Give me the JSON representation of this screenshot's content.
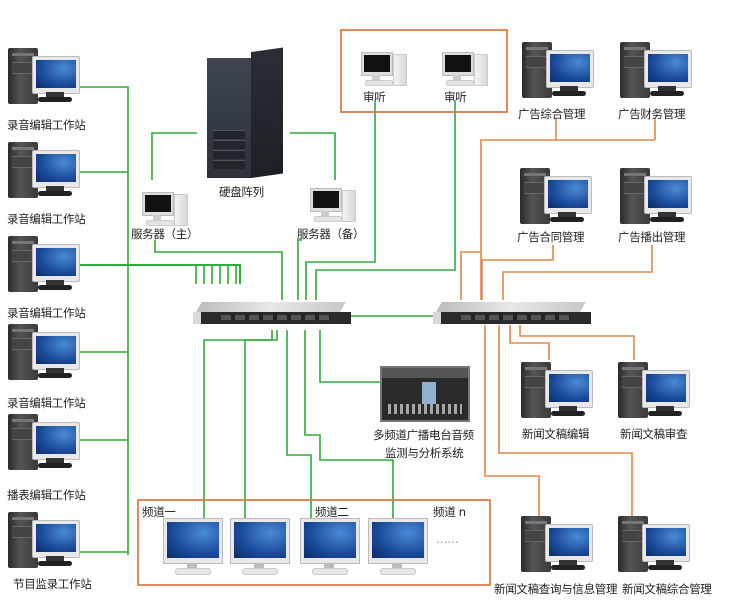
{
  "diagram": {
    "left_workstations": [
      {
        "label": "录音编辑工作站"
      },
      {
        "label": "录音编辑工作站"
      },
      {
        "label": "录音编辑工作站"
      },
      {
        "label": "录音编辑工作站"
      },
      {
        "label": "播表编辑工作站"
      },
      {
        "label": "节目监录工作站"
      }
    ],
    "storage": {
      "label": "硬盘阵列"
    },
    "servers": {
      "primary": {
        "label": "服务器（主）"
      },
      "backup": {
        "label": "服务器（备）"
      }
    },
    "audition_group": {
      "stations": [
        {
          "label": "审听"
        },
        {
          "label": "审听"
        }
      ]
    },
    "monitoring_system": {
      "label_line1": "多频道广播电台音频",
      "label_line2": "监测与分析系统"
    },
    "channels": {
      "labels": [
        "频道一",
        "频道二",
        "频道 n"
      ],
      "ellipsis": "……"
    },
    "ad_workstations": [
      {
        "label": "广告综合管理"
      },
      {
        "label": "广告财务管理"
      },
      {
        "label": "广告合同管理"
      },
      {
        "label": "广告播出管理"
      }
    ],
    "news_workstations": [
      {
        "label": "新闻文稿编辑"
      },
      {
        "label": "新闻文稿审查"
      },
      {
        "label": "新闻文稿查询与信息管理"
      },
      {
        "label": "新闻文稿综合管理"
      }
    ],
    "colors": {
      "green_link": "#2eaa3a",
      "orange_link": "#e0874a",
      "box_border": "#d9804a"
    }
  }
}
